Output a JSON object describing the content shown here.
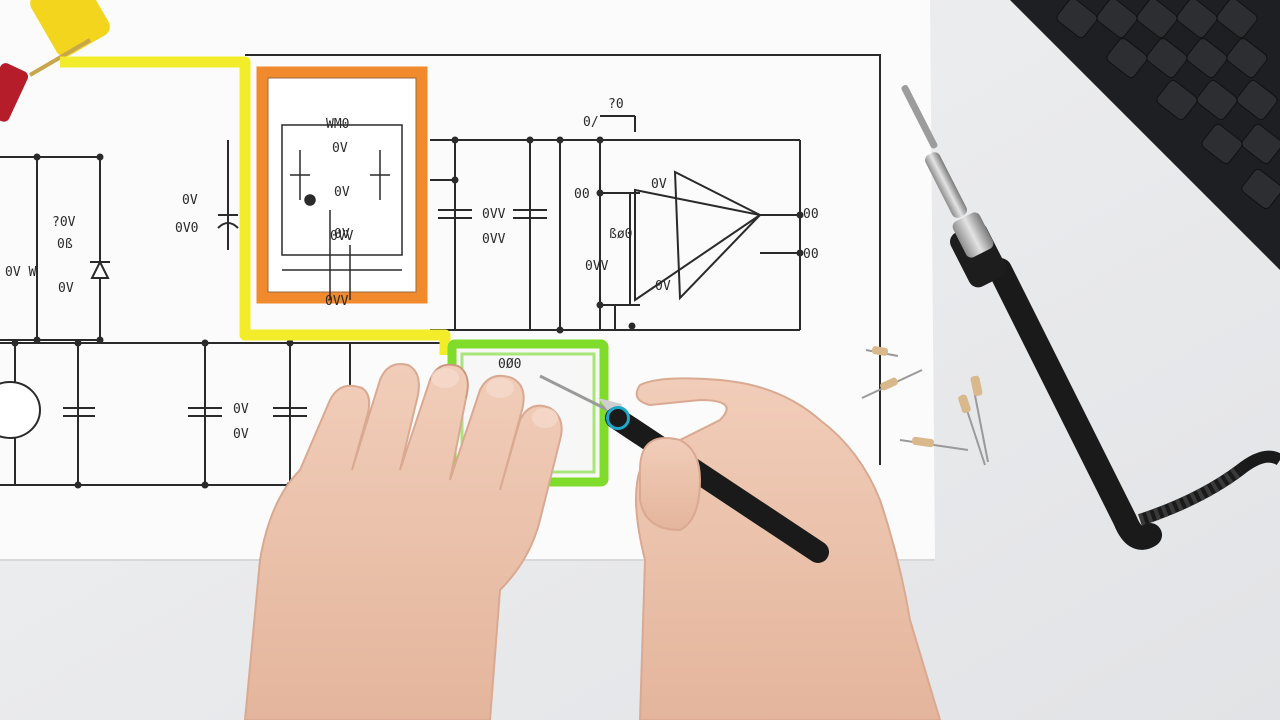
{
  "scene": {
    "description_free": true,
    "colors": {
      "desk": "#ecedef",
      "paper": "#fbfbfb",
      "ink": "#2a2a2a",
      "highlight_yellow": "#f3ec2a",
      "highlight_orange": "#f08a2c",
      "highlight_green": "#7fdc2a",
      "skin": "#eec8b4",
      "skin_shadow": "#d9a992",
      "tool_black": "#1a1a1a",
      "tool_metal": "#b8b8b8",
      "keyboard": "#1e1f22"
    }
  },
  "schematic": {
    "labels": {
      "l1": "0V",
      "l2": "0V0",
      "l3": "?0V",
      "l4": "0ß",
      "l5": "0V W",
      "l6": "0V",
      "l7": "0V",
      "l8": "0V",
      "l9": "0V",
      "l10": "0VV",
      "l11": "0VV",
      "l12": "0V",
      "l13": "0V",
      "l14": "0VV",
      "l15": "?0",
      "l16": "0/",
      "l17": "00",
      "l18": "ßø0",
      "l19": "0V",
      "l20": "0V",
      "l21": "00",
      "l22": "00",
      "l23": "0VV",
      "l24": "0VV",
      "l25": "WM0",
      "l26": "0Ø0"
    }
  }
}
